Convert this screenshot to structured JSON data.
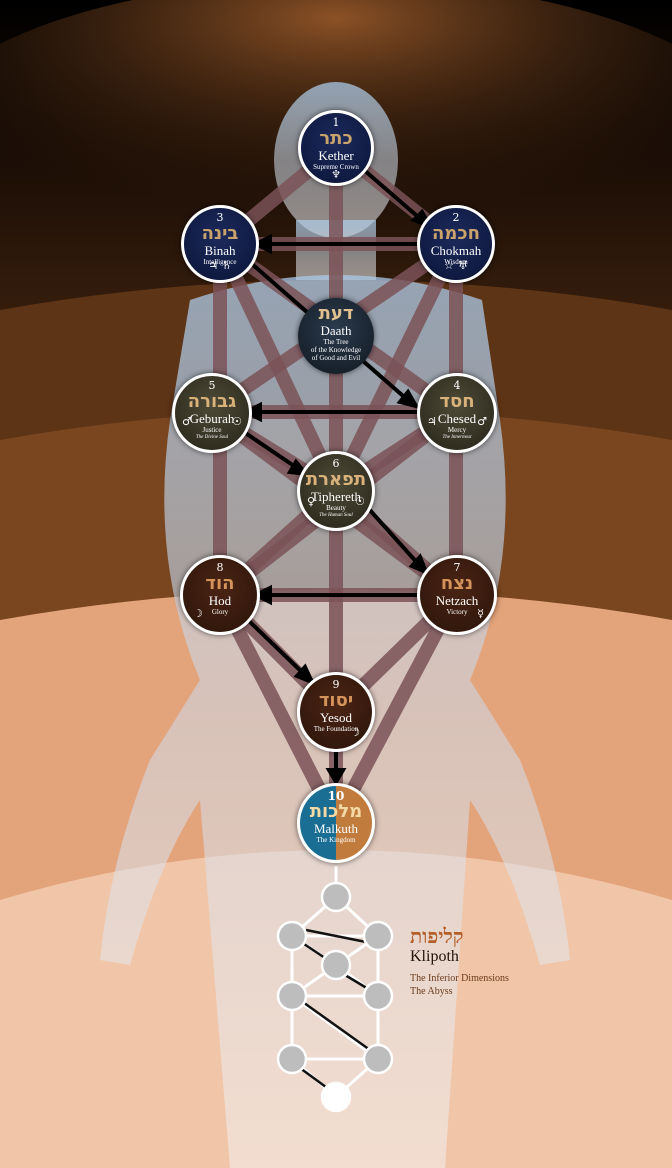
{
  "colors": {
    "background_top": "#000000",
    "band_dark": "#3a200e",
    "band_mid": "#7a4620",
    "band_light": "#e9b593",
    "path_color": "#7a5257",
    "node_border": "#ffffff",
    "klipoth_node": "#b9b9b9"
  },
  "sephiroth": {
    "kether": {
      "number": "1",
      "hebrew": "כתר",
      "name": "Kether",
      "subtitle": "Supreme Crown",
      "symbols": "♆"
    },
    "chokmah": {
      "number": "2",
      "hebrew": "חכמה",
      "name": "Chokmah",
      "subtitle": "Wisdom",
      "symbols_left": "☆",
      "symbols_right": "♅"
    },
    "binah": {
      "number": "3",
      "hebrew": "בינה",
      "name": "Binah",
      "subtitle": "Intelligence",
      "symbols": "♃ ♄"
    },
    "daath": {
      "hebrew": "דעת",
      "name": "Daath",
      "subtitle_1": "The Tree",
      "subtitle_2": "of the Knowledge",
      "subtitle_3": "of Good and Evil"
    },
    "chesed": {
      "number": "4",
      "hebrew": "חסד",
      "name": "Chesed",
      "subtitle": "Mercy",
      "note": "The Innermost",
      "symbols_left": "♃",
      "symbols_right": "♂"
    },
    "geburah": {
      "number": "5",
      "hebrew": "גבורה",
      "name": "Geburah",
      "subtitle": "Justice",
      "note": "The Divine Soul",
      "symbols_left": "♂",
      "symbols_right": "☉"
    },
    "tiphereth": {
      "number": "6",
      "hebrew": "תפארת",
      "name": "Tiphereth",
      "subtitle": "Beauty",
      "note": "The Human Soul",
      "symbols_left": "♀",
      "symbols_right": "☉"
    },
    "netzach": {
      "number": "7",
      "hebrew": "נצח",
      "name": "Netzach",
      "subtitle": "Victory",
      "symbols": "☿"
    },
    "hod": {
      "number": "8",
      "hebrew": "הוד",
      "name": "Hod",
      "subtitle": "Glory",
      "symbols": "☽"
    },
    "yesod": {
      "number": "9",
      "hebrew": "יסוד",
      "name": "Yesod",
      "subtitle": "The Foundation",
      "symbols": "☽"
    },
    "malkuth": {
      "number": "10",
      "hebrew": "מלכות",
      "name": "Malkuth",
      "subtitle": "The Kingdom"
    }
  },
  "klipoth": {
    "hebrew": "קליפות",
    "title": "Klipoth",
    "subtitle_1": "The Inferior Dimensions",
    "subtitle_2": "The Abyss"
  }
}
